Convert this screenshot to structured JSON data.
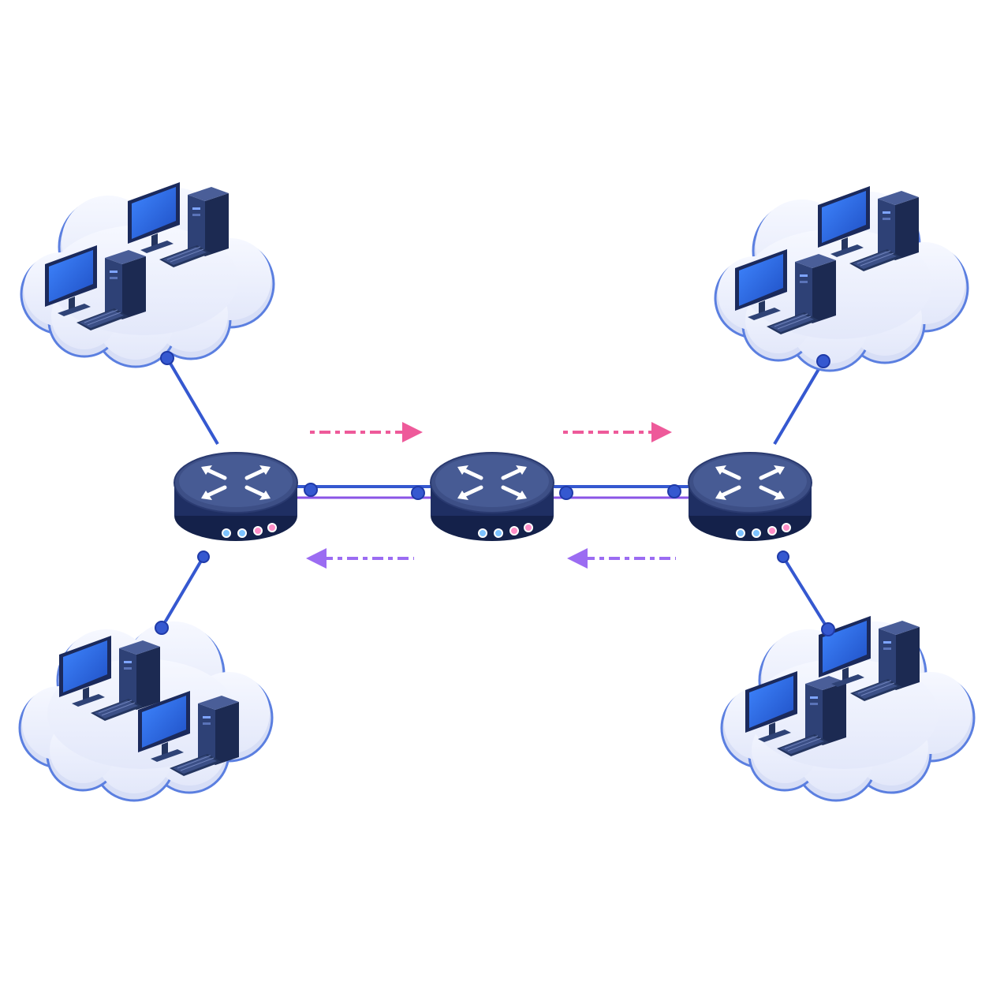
{
  "diagram": {
    "type": "network-topology",
    "colors": {
      "background": "#ffffff",
      "cloud_fill": "#eef1fb",
      "cloud_outline": "#5b7fe0",
      "router_top": "#3d4f86",
      "router_body": "#1f2f63",
      "link": "#3558d0",
      "link_accent": "#8a55e6",
      "outbound_arrow": "#ee5a9a",
      "inbound_arrow": "#9b6cf2",
      "monitor_frame": "#1b2a5c",
      "monitor_screen": "#2f6fe8",
      "tower": "#25355f",
      "led_blue": "#7ec3ff",
      "led_pink": "#ff8fc8"
    },
    "routers": [
      {
        "name": "router-left",
        "icon": "router-arrows-icon",
        "led_colors": [
          "blue",
          "blue",
          "pink",
          "pink"
        ]
      },
      {
        "name": "router-center",
        "icon": "router-arrows-icon",
        "led_colors": [
          "blue",
          "blue",
          "pink",
          "pink"
        ]
      },
      {
        "name": "router-right",
        "icon": "router-arrows-icon",
        "led_colors": [
          "blue",
          "blue",
          "pink",
          "pink"
        ]
      }
    ],
    "networks": [
      {
        "name": "cloud-top-left",
        "workstations": 2,
        "connects_to": "router-left"
      },
      {
        "name": "cloud-bottom-left",
        "workstations": 2,
        "connects_to": "router-left"
      },
      {
        "name": "cloud-top-right",
        "workstations": 2,
        "connects_to": "router-right"
      },
      {
        "name": "cloud-bottom-right",
        "workstations": 2,
        "connects_to": "router-right"
      }
    ],
    "links": [
      {
        "from": "router-left",
        "to": "router-center"
      },
      {
        "from": "router-center",
        "to": "router-right"
      }
    ],
    "traffic": [
      {
        "name": "outbound-arrow-left",
        "direction": "right",
        "color": "outbound_arrow"
      },
      {
        "name": "outbound-arrow-right",
        "direction": "right",
        "color": "outbound_arrow"
      },
      {
        "name": "inbound-arrow-left",
        "direction": "left",
        "color": "inbound_arrow"
      },
      {
        "name": "inbound-arrow-right",
        "direction": "left",
        "color": "inbound_arrow"
      }
    ]
  }
}
